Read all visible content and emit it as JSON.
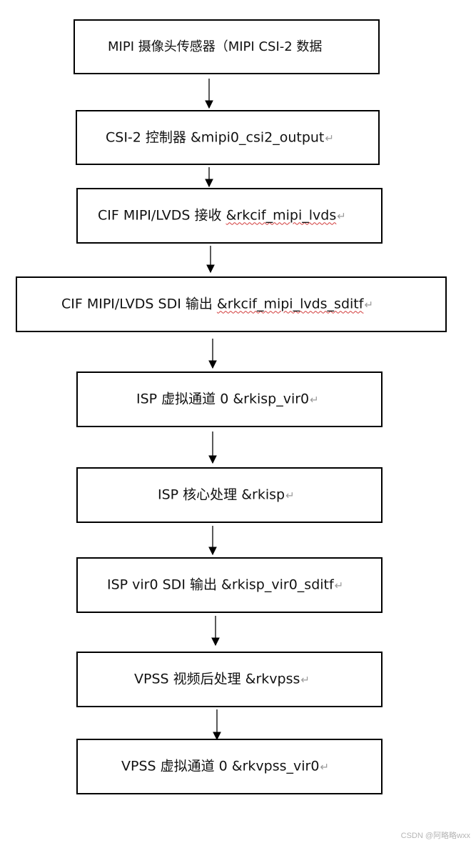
{
  "nodes": [
    {
      "id": "n1",
      "text": "MIPI  摄像头传感器（MIPI CSI-2 数据",
      "code": "",
      "mark": ""
    },
    {
      "id": "n2",
      "text": "CSI-2  控制器  ",
      "code": "&mipi0_csi2_output",
      "mark": "↵"
    },
    {
      "id": "n3",
      "text": "CIF MIPI/LVDS  接收  ",
      "code": "&rkcif_mipi_lvds",
      "mark": "↵"
    },
    {
      "id": "n4",
      "text": "CIF MIPI/LVDS SDI  输出  ",
      "code": "&rkcif_mipi_lvds_sditf",
      "mark": "↵"
    },
    {
      "id": "n5",
      "text": "ISP  虚拟通道 0 ",
      "code": "&rkisp_vir0",
      "mark": "↵"
    },
    {
      "id": "n6",
      "text": "ISP  核心处理  ",
      "code": "&rkisp",
      "mark": "↵"
    },
    {
      "id": "n7",
      "text": "ISP vir0 SDI  输出  ",
      "code": "&rkisp_vir0_sditf",
      "mark": "↵"
    },
    {
      "id": "n8",
      "text": "VPSS  视频后处理  ",
      "code": "&rkvpss",
      "mark": "↵"
    },
    {
      "id": "n9",
      "text": "VPSS  虚拟通道 0 ",
      "code": "&rkvpss_vir0",
      "mark": "↵"
    }
  ],
  "watermark": "CSDN @阿略略wxx"
}
